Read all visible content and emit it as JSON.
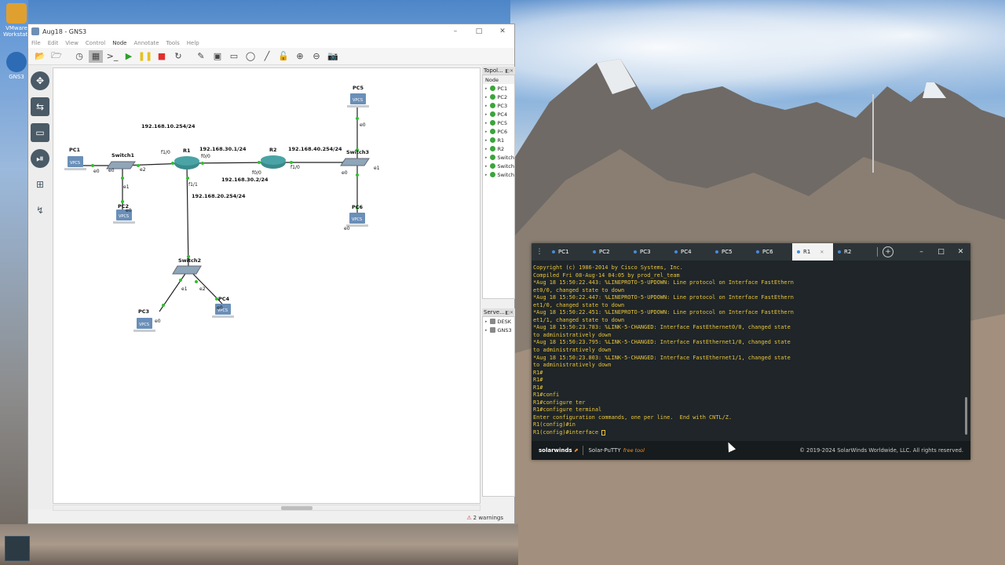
{
  "desktop": {
    "icons": [
      {
        "label": "VMware Workstation",
        "color": "#e0a030"
      },
      {
        "label": "GNS3",
        "color": "#2d6bb5"
      }
    ]
  },
  "gns3": {
    "title": "Aug18 - GNS3",
    "menu": [
      "File",
      "Edit",
      "View",
      "Control",
      "Node",
      "Annotate",
      "Tools",
      "Help"
    ],
    "status": "2 warnings",
    "topology_header": "Topol...",
    "topology_col": "Node",
    "topology_nodes": [
      "PC1",
      "PC2",
      "PC3",
      "PC4",
      "PC5",
      "PC6",
      "R1",
      "R2",
      "Switch",
      "Switch",
      "Switch"
    ],
    "servers_header": "Serve...",
    "servers": [
      "DESK",
      "GNS3"
    ],
    "network": {
      "subnet_labels": [
        "192.168.10.254/24",
        "192.168.30.1/24",
        "192.168.40.254/24",
        "192.168.30.2/24",
        "192.168.20.254/24"
      ],
      "nodes": {
        "pc1": "PC1",
        "pc2": "PC2",
        "pc3": "PC3",
        "pc4": "PC4",
        "pc5": "PC5",
        "pc6": "PC6",
        "r1": "R1",
        "r2": "R2",
        "switch1": "Switch1",
        "switch2": "Switch2",
        "switch3": "Switch3",
        "vpcs": "VPCS"
      },
      "interfaces": {
        "e0": "e0",
        "e1": "e1",
        "e2": "e2",
        "f1_0": "f1/0",
        "f0_0": "f0/0",
        "f1_1": "f1/1"
      }
    }
  },
  "putty": {
    "tabs": [
      "PC1",
      "PC2",
      "PC3",
      "PC4",
      "PC5",
      "PC6",
      "R1",
      "R2"
    ],
    "active_tab": "R1",
    "terminal_lines": [
      "Copyright (c) 1986-2014 by Cisco Systems, Inc.",
      "Compiled Fri 08-Aug-14 04:05 by prod_rel_team",
      "*Aug 18 15:50:22.443: %LINEPROTO-5-UPDOWN: Line protocol on Interface FastEthern",
      "et0/0, changed state to down",
      "*Aug 18 15:50:22.447: %LINEPROTO-5-UPDOWN: Line protocol on Interface FastEthern",
      "et1/0, changed state to down",
      "*Aug 18 15:50:22.451: %LINEPROTO-5-UPDOWN: Line protocol on Interface FastEthern",
      "et1/1, changed state to down",
      "*Aug 18 15:50:23.783: %LINK-5-CHANGED: Interface FastEthernet0/0, changed state",
      "to administratively down",
      "*Aug 18 15:50:23.795: %LINK-5-CHANGED: Interface FastEthernet1/0, changed state",
      "to administratively down",
      "*Aug 18 15:50:23.803: %LINK-5-CHANGED: Interface FastEthernet1/1, changed state",
      "to administratively down",
      "R1#",
      "R1#",
      "R1#",
      "R1#confi",
      "R1#configure ter",
      "R1#configure terminal",
      "Enter configuration commands, one per line.  End with CNTL/Z.",
      "R1(config)#in",
      "R1(config)#interface "
    ],
    "footer_brand": "solarwinds",
    "footer_app": "Solar-PuTTY",
    "footer_free": "free tool",
    "footer_copyright": "© 2019-2024 SolarWinds Worldwide, LLC. All rights reserved.",
    "colors": {
      "terminal_text": "#e9c43b",
      "background": "#1f2528",
      "accent": "#f28c28"
    }
  }
}
